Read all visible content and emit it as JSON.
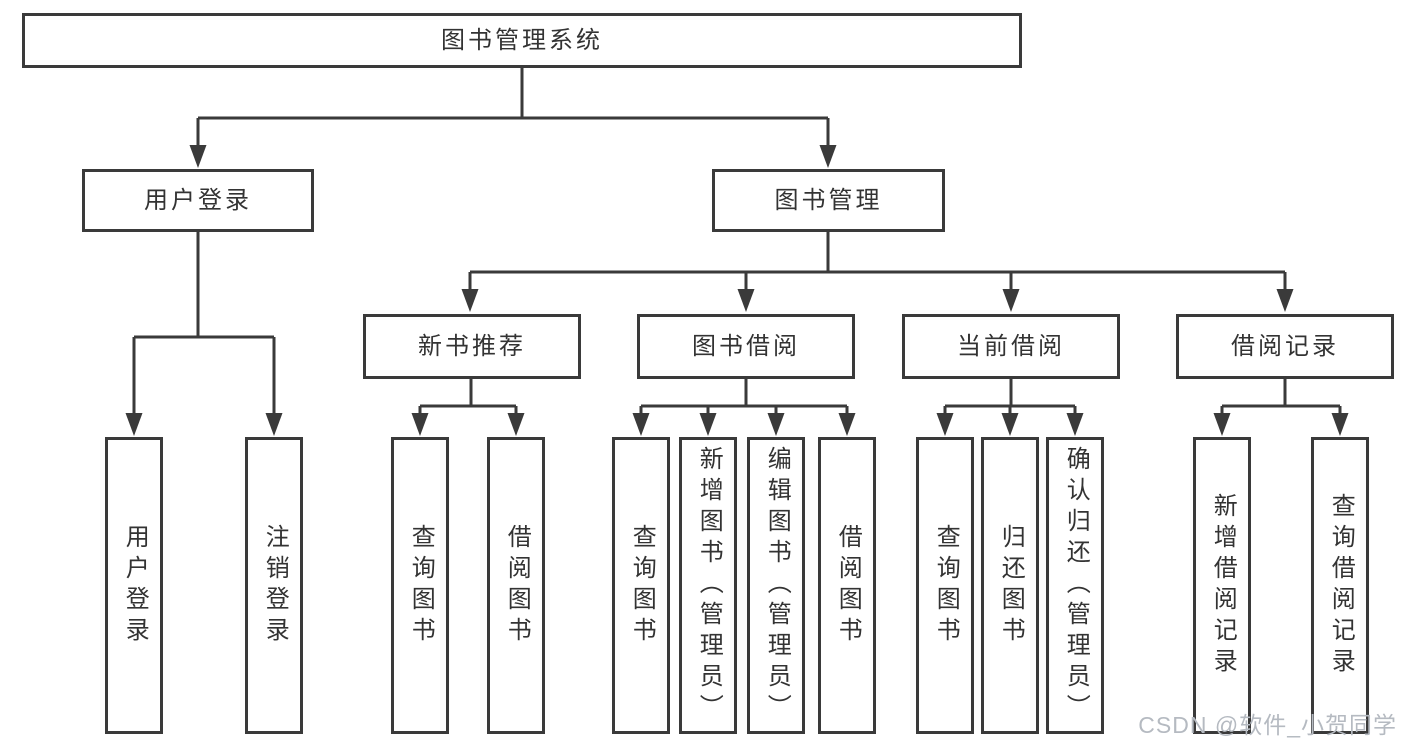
{
  "diagram": {
    "root": {
      "label": "图书管理系统"
    },
    "branches": [
      {
        "label": "用户登录",
        "children": [
          {
            "label": "用户登录"
          },
          {
            "label": "注销登录"
          }
        ]
      },
      {
        "label": "图书管理",
        "children": [
          {
            "label": "新书推荐",
            "children": [
              {
                "label": "查询图书"
              },
              {
                "label": "借阅图书"
              }
            ]
          },
          {
            "label": "图书借阅",
            "children": [
              {
                "label": "查询图书"
              },
              {
                "label": "新增图书（管理员）"
              },
              {
                "label": "编辑图书（管理员）"
              },
              {
                "label": "借阅图书"
              }
            ]
          },
          {
            "label": "当前借阅",
            "children": [
              {
                "label": "查询图书"
              },
              {
                "label": "归还图书"
              },
              {
                "label": "确认归还（管理员）"
              }
            ]
          },
          {
            "label": "借阅记录",
            "children": [
              {
                "label": "新增借阅记录"
              },
              {
                "label": "查询借阅记录"
              }
            ]
          }
        ]
      }
    ],
    "watermark": "CSDN @软件_小贺同学",
    "colors": {
      "line": "#3a3a3a",
      "text": "#333333",
      "watermark": "#b5bac1",
      "background": "#ffffff"
    }
  }
}
